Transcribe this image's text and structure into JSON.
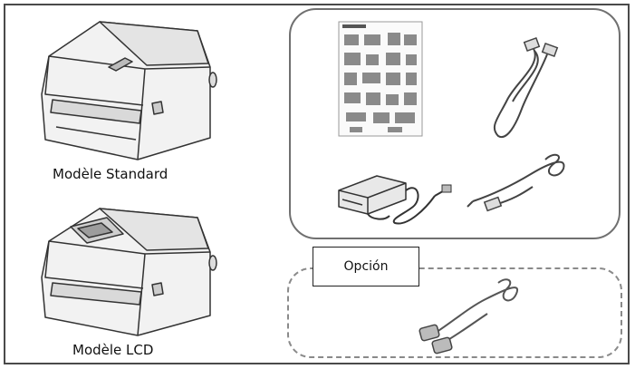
{
  "models": [
    {
      "label": "Modèle Standard"
    },
    {
      "label": "Modèle LCD"
    }
  ],
  "option": {
    "label": "Opción"
  },
  "icons": [
    "printer-standard-icon",
    "printer-lcd-icon",
    "quick-guide-icon",
    "usb-cable-icon",
    "power-adapter-icon",
    "power-cord-icon",
    "serial-cable-icon"
  ]
}
